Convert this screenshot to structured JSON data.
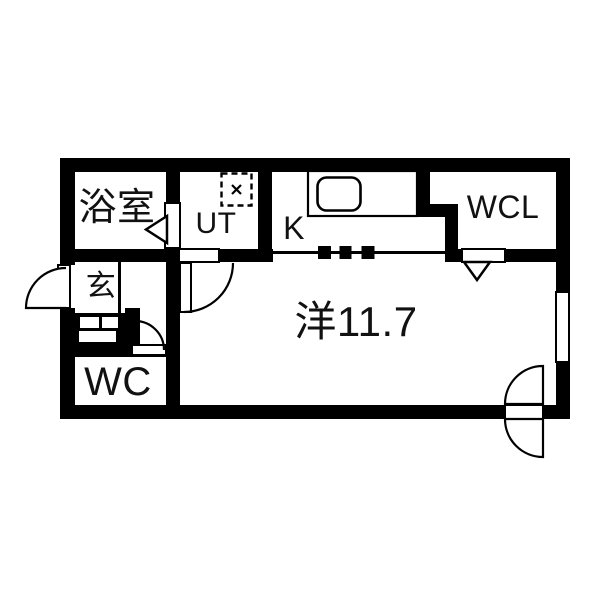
{
  "floorplan": {
    "rooms": {
      "bath": {
        "label": "浴室"
      },
      "utility": {
        "label": "UT"
      },
      "kitchen": {
        "label": "K"
      },
      "walk_in_closet": {
        "label": "WCL"
      },
      "entrance": {
        "label": "玄"
      },
      "toilet": {
        "label": "WC"
      },
      "western_room": {
        "label": "洋11.7"
      }
    },
    "colors": {
      "wall": "#000000",
      "background": "#ffffff",
      "line": "#000000"
    }
  }
}
